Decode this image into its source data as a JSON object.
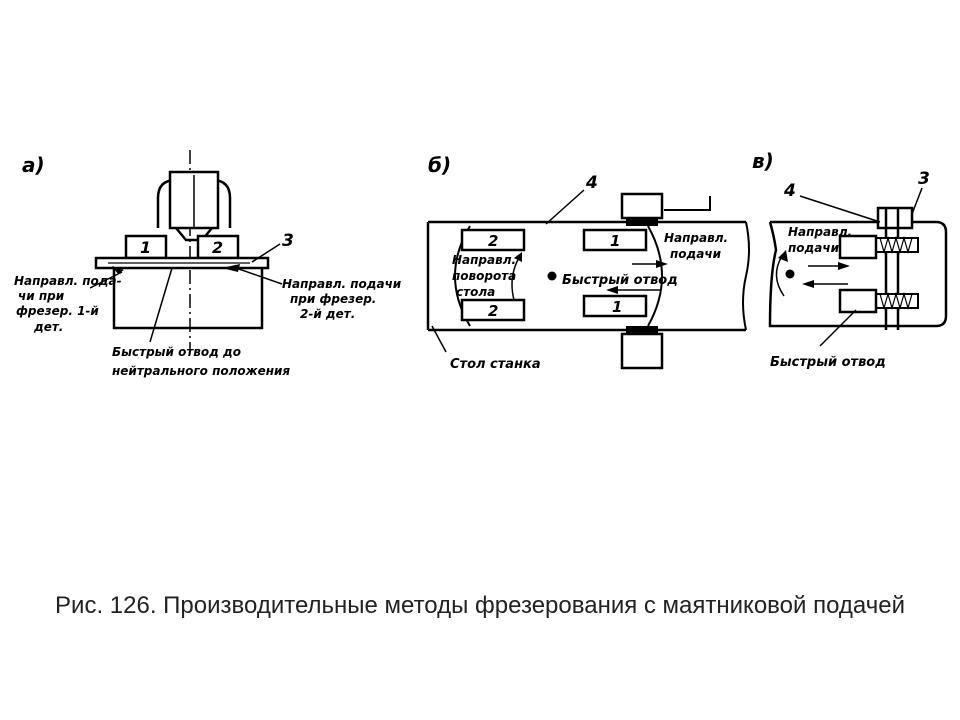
{
  "caption": "Рис. 126. Производительные методы фрезерования с маятниковой подачей",
  "panel_a": {
    "label": "а)",
    "part1": "1",
    "part2": "2",
    "part3": "3",
    "feed_dir_1_lines": [
      "Направл. пода-",
      "чи при",
      "фрезер. 1-й",
      "дет."
    ],
    "feed_dir_2_lines": [
      "Направл. подачи",
      "при фрезер.",
      "2-й дет."
    ],
    "rapid_lines": [
      "Быстрый отвод до",
      "нейтрального положения"
    ]
  },
  "panel_b": {
    "label": "б)",
    "part4": "4",
    "part1_top": "1",
    "part1_bottom": "1",
    "part2_top": "2",
    "part2_bottom": "2",
    "feed_dir_lines": [
      "Направл.",
      "подачи"
    ],
    "rotation_lines": [
      "Направл.",
      "поворота",
      "стола"
    ],
    "rapid": "Быстрый отвод",
    "table": "Стол станка"
  },
  "panel_c": {
    "label": "в)",
    "part3": "3",
    "part4": "4",
    "feed_dir_lines": [
      "Направл.",
      "подачи"
    ],
    "rapid": "Быстрый отвод"
  }
}
